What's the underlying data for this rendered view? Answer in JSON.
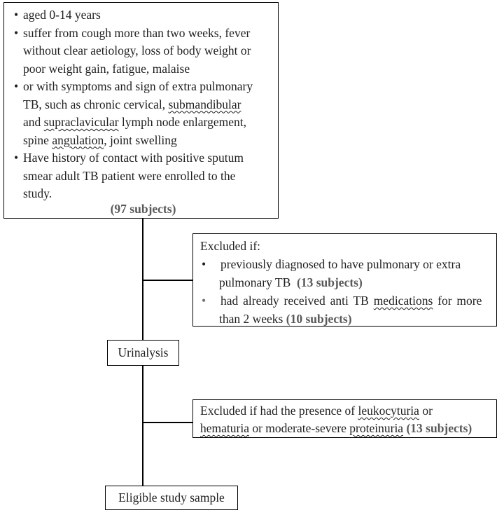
{
  "colors": {
    "text": "#1f1f1f",
    "emphasis_gray": "#595959",
    "border": "#000000",
    "background": "#ffffff",
    "bullet2_gray": "#6f6f6f"
  },
  "top_box": {
    "bullet": "•",
    "l1": "aged 0-14 years",
    "l2": "suffer from cough more than two weeks, fever",
    "l3": "without clear aetiology, loss of body weight or",
    "l4": "poor weight gain, fatigue, malaise",
    "l5": "or with symptoms and sign of extra pulmonary",
    "l6a": "TB, such as chronic cervical, ",
    "l6b": "submandibular",
    "l7a": "and ",
    "l7b": "supraclavicular",
    "l7c": " lymph node enlargement,",
    "l8a": "spine ",
    "l8b": "angulation",
    "l8c": ", joint swelling",
    "l9": "Have history of contact with positive sputum",
    "l10": "smear adult TB patient were enrolled to the",
    "l11": "study.",
    "subjects_count": "(97 subjects)"
  },
  "exclusion_box_1": {
    "title": "Excluded if:",
    "bullet": "•",
    "b1_l1": "previously diagnosed to have pulmonary or extra",
    "b1_l2a": "pulmonary TB  ",
    "b1_l2b": "(13 subjects)",
    "b2_l1a": "had already received anti TB ",
    "b2_l1b": "medications",
    "b2_l1c": " for more",
    "b2_l2a": "than 2 weeks ",
    "b2_l2b": "(10 subjects)"
  },
  "exclusion_box_2": {
    "l1a": "Excluded if had the presence of ",
    "l1b": "leukocyturia",
    "l1c": " or",
    "l2a": "hematuria",
    "l2b": " or moderate-severe ",
    "l2c": "proteinuria",
    "l2d": " ",
    "l2e": "(13 subjects)"
  },
  "urinalysis_box": {
    "label": "Urinalysis"
  },
  "eligible_box": {
    "label": "Eligible study sample"
  }
}
